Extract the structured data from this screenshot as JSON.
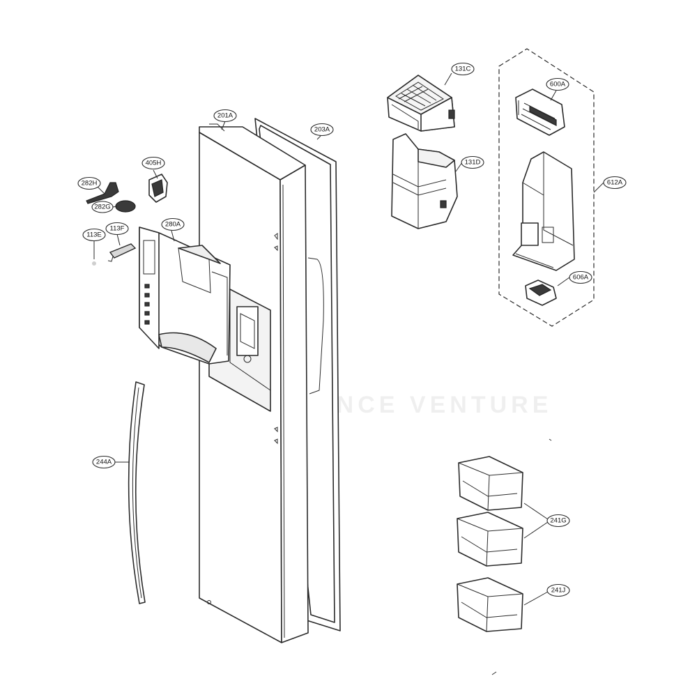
{
  "watermark": "APPLIANCE VENTURE",
  "callouts": [
    {
      "id": "201A",
      "label": "201A"
    },
    {
      "id": "203A",
      "label": "203A"
    },
    {
      "id": "405H",
      "label": "405H"
    },
    {
      "id": "282H",
      "label": "282H"
    },
    {
      "id": "282G",
      "label": "282G"
    },
    {
      "id": "113E",
      "label": "113E"
    },
    {
      "id": "113F",
      "label": "113F"
    },
    {
      "id": "280A",
      "label": "280A"
    },
    {
      "id": "244A",
      "label": "244A"
    },
    {
      "id": "131C",
      "label": "131C"
    },
    {
      "id": "131D",
      "label": "131D"
    },
    {
      "id": "600A",
      "label": "600A"
    },
    {
      "id": "612A",
      "label": "612A"
    },
    {
      "id": "606A",
      "label": "606A"
    },
    {
      "id": "241G",
      "label": "241G"
    },
    {
      "id": "241J",
      "label": "241J"
    }
  ]
}
